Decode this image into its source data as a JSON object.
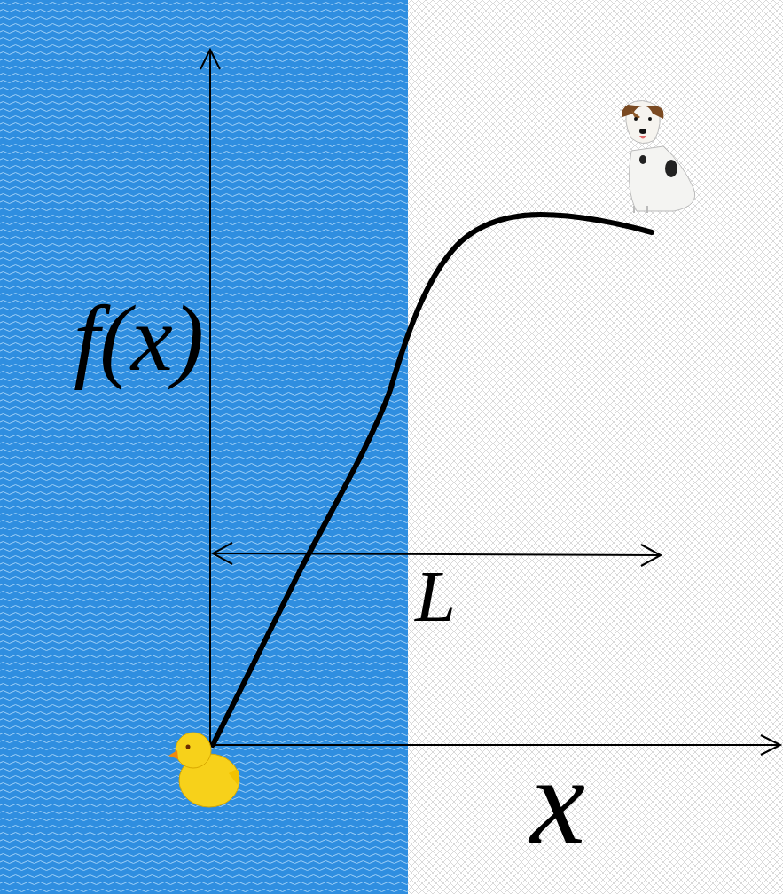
{
  "diagram": {
    "labels": [
      "f(x)",
      "L",
      "x"
    ]
  }
}
